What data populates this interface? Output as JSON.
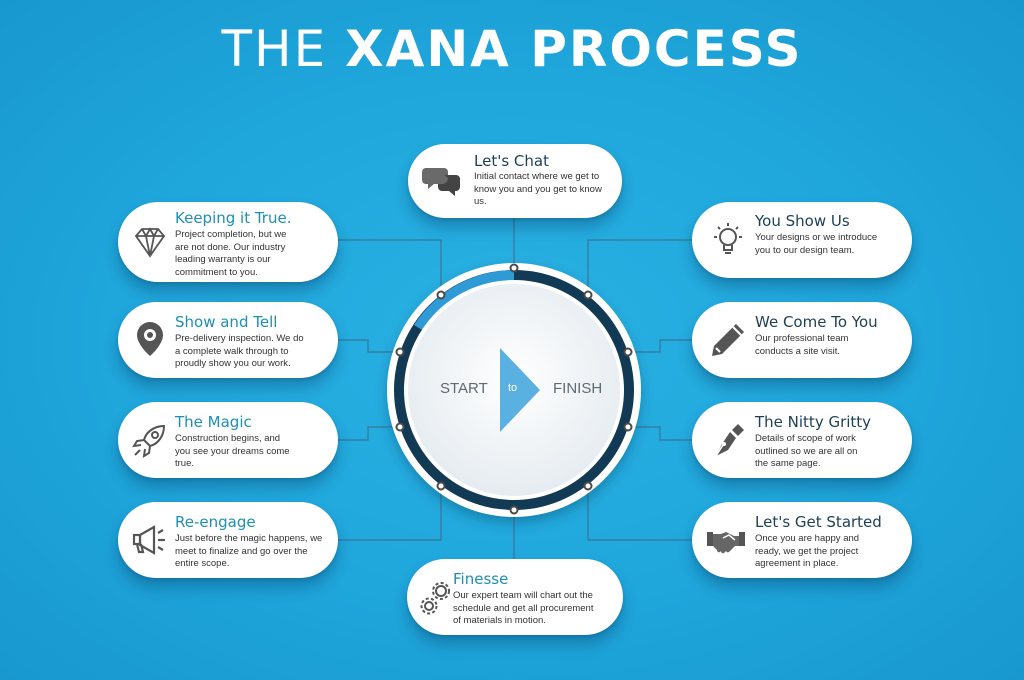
{
  "title": {
    "part1": "THE",
    "part2": "XANA PROCESS"
  },
  "hub": {
    "start": "START",
    "to": "to",
    "finish": "FINISH"
  },
  "steps": [
    {
      "id": "lets-chat",
      "title": "Let's Chat",
      "text": "Initial contact where we get to know you and you get to know us.",
      "icon": "speech-bubbles-icon"
    },
    {
      "id": "you-show-us",
      "title": "You Show Us",
      "text": "Your designs or we introduce you to our design team.",
      "icon": "lightbulb-icon"
    },
    {
      "id": "we-come-to-you",
      "title": "We Come To You",
      "text": "Our professional team conducts a site visit.",
      "icon": "pencil-icon"
    },
    {
      "id": "nitty-gritty",
      "title": "The Nitty Gritty",
      "text": "Details of scope of work outlined so we are all on the same page.",
      "icon": "pen-nib-icon"
    },
    {
      "id": "lets-get-started",
      "title": "Let's Get Started",
      "text": "Once you are happy and ready, we get the project agreement in place.",
      "icon": "handshake-icon"
    },
    {
      "id": "finesse",
      "title": "Finesse",
      "text": "Our expert team will chart out the schedule and get all procurement of materials in motion.",
      "icon": "gears-icon"
    },
    {
      "id": "re-engage",
      "title": "Re-engage",
      "text": "Just before the magic happens, we meet to finalize and go over the entire scope.",
      "icon": "megaphone-icon"
    },
    {
      "id": "the-magic",
      "title": "The Magic",
      "text": "Construction begins, and you see your dreams come true.",
      "icon": "rocket-icon"
    },
    {
      "id": "show-and-tell",
      "title": "Show and Tell",
      "text": "Pre-delivery inspection. We do a complete walk through to proudly show you our work.",
      "icon": "map-pin-icon"
    },
    {
      "id": "keeping-it-true",
      "title": "Keeping it True.",
      "text": "Project completion, but we are not done. Our industry leading warranty is our commitment to you.",
      "icon": "diamond-icon"
    }
  ],
  "colors": {
    "background": "#1fa6db",
    "teal_title": "#1e8fb5",
    "dark_title": "#1d3f57",
    "ring_dark": "#123a55",
    "ring_light": "#2e9bd6"
  }
}
